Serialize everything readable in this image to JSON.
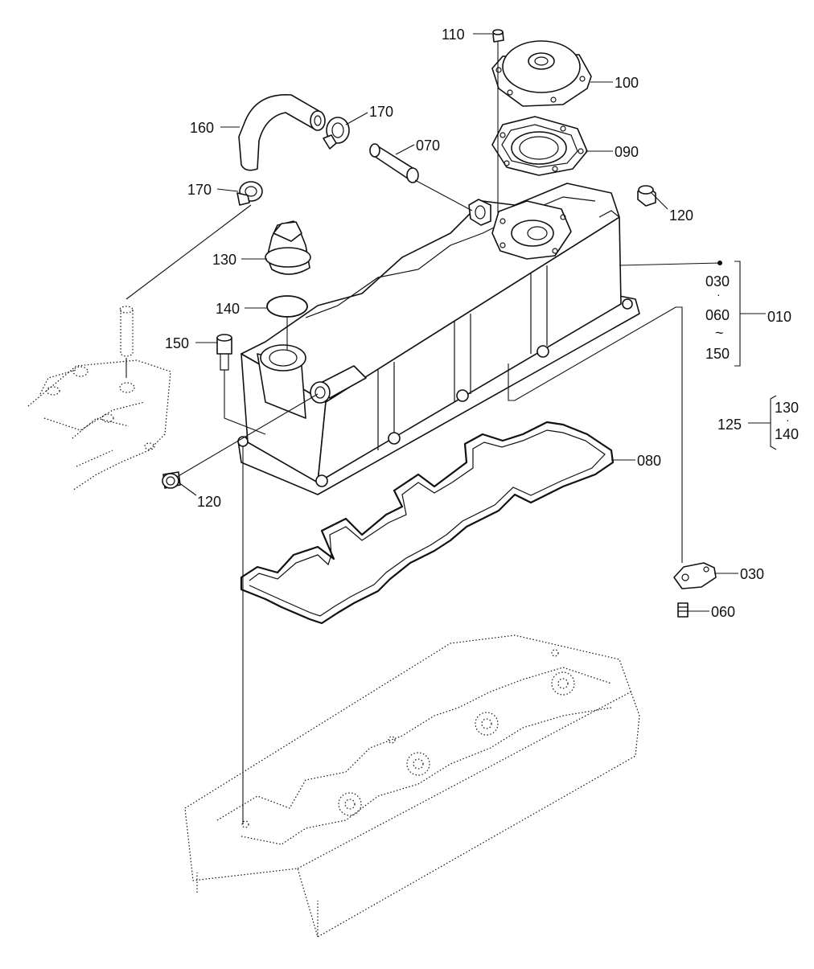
{
  "diagram": {
    "callouts": [
      {
        "id": "c110",
        "text": "110"
      },
      {
        "id": "c100",
        "text": "100"
      },
      {
        "id": "c170a",
        "text": "170"
      },
      {
        "id": "c160",
        "text": "160"
      },
      {
        "id": "c070",
        "text": "070"
      },
      {
        "id": "c090",
        "text": "090"
      },
      {
        "id": "c170b",
        "text": "170"
      },
      {
        "id": "c120a",
        "text": "120"
      },
      {
        "id": "c130",
        "text": "130"
      },
      {
        "id": "c140",
        "text": "140"
      },
      {
        "id": "c150",
        "text": "150"
      },
      {
        "id": "c120b",
        "text": "120"
      },
      {
        "id": "c080",
        "text": "080"
      },
      {
        "id": "c030b",
        "text": "030"
      },
      {
        "id": "c060b",
        "text": "060"
      }
    ],
    "group_010": {
      "members": [
        "030",
        "·",
        "060",
        "~",
        "150"
      ],
      "total": "010"
    },
    "group_125": {
      "label": "125",
      "members": [
        "130",
        "·",
        "140"
      ]
    }
  }
}
